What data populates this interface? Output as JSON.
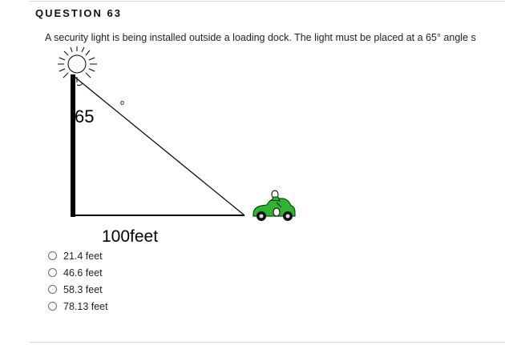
{
  "question": {
    "header": "QUESTION 63",
    "text": "A security light is being installed outside a loading dock. The light must be placed at a 65° angle s"
  },
  "figure": {
    "angle_label": "65",
    "degree_mark": "o",
    "base_label": "100feet"
  },
  "choices": [
    {
      "label": "21.4 feet"
    },
    {
      "label": "46.6 feet"
    },
    {
      "label": "58.3 feet"
    },
    {
      "label": "78.13 feet"
    }
  ]
}
